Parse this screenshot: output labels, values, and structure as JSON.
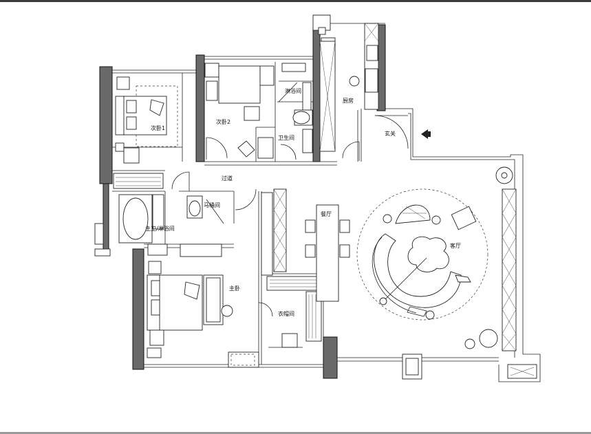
{
  "rooms": {
    "bedroom2": "次卧1",
    "bedroom3": "次卧2",
    "shower": "淋浴间",
    "kitchen": "厨房",
    "bathroom": "卫生间",
    "entrance": "玄关",
    "corridor": "过道",
    "master_bath": "主卫/淋浴间",
    "toilet": "马桶间",
    "dining": "餐厅",
    "living": "客厅",
    "master_bedroom": "主卧",
    "closet": "衣帽间"
  }
}
